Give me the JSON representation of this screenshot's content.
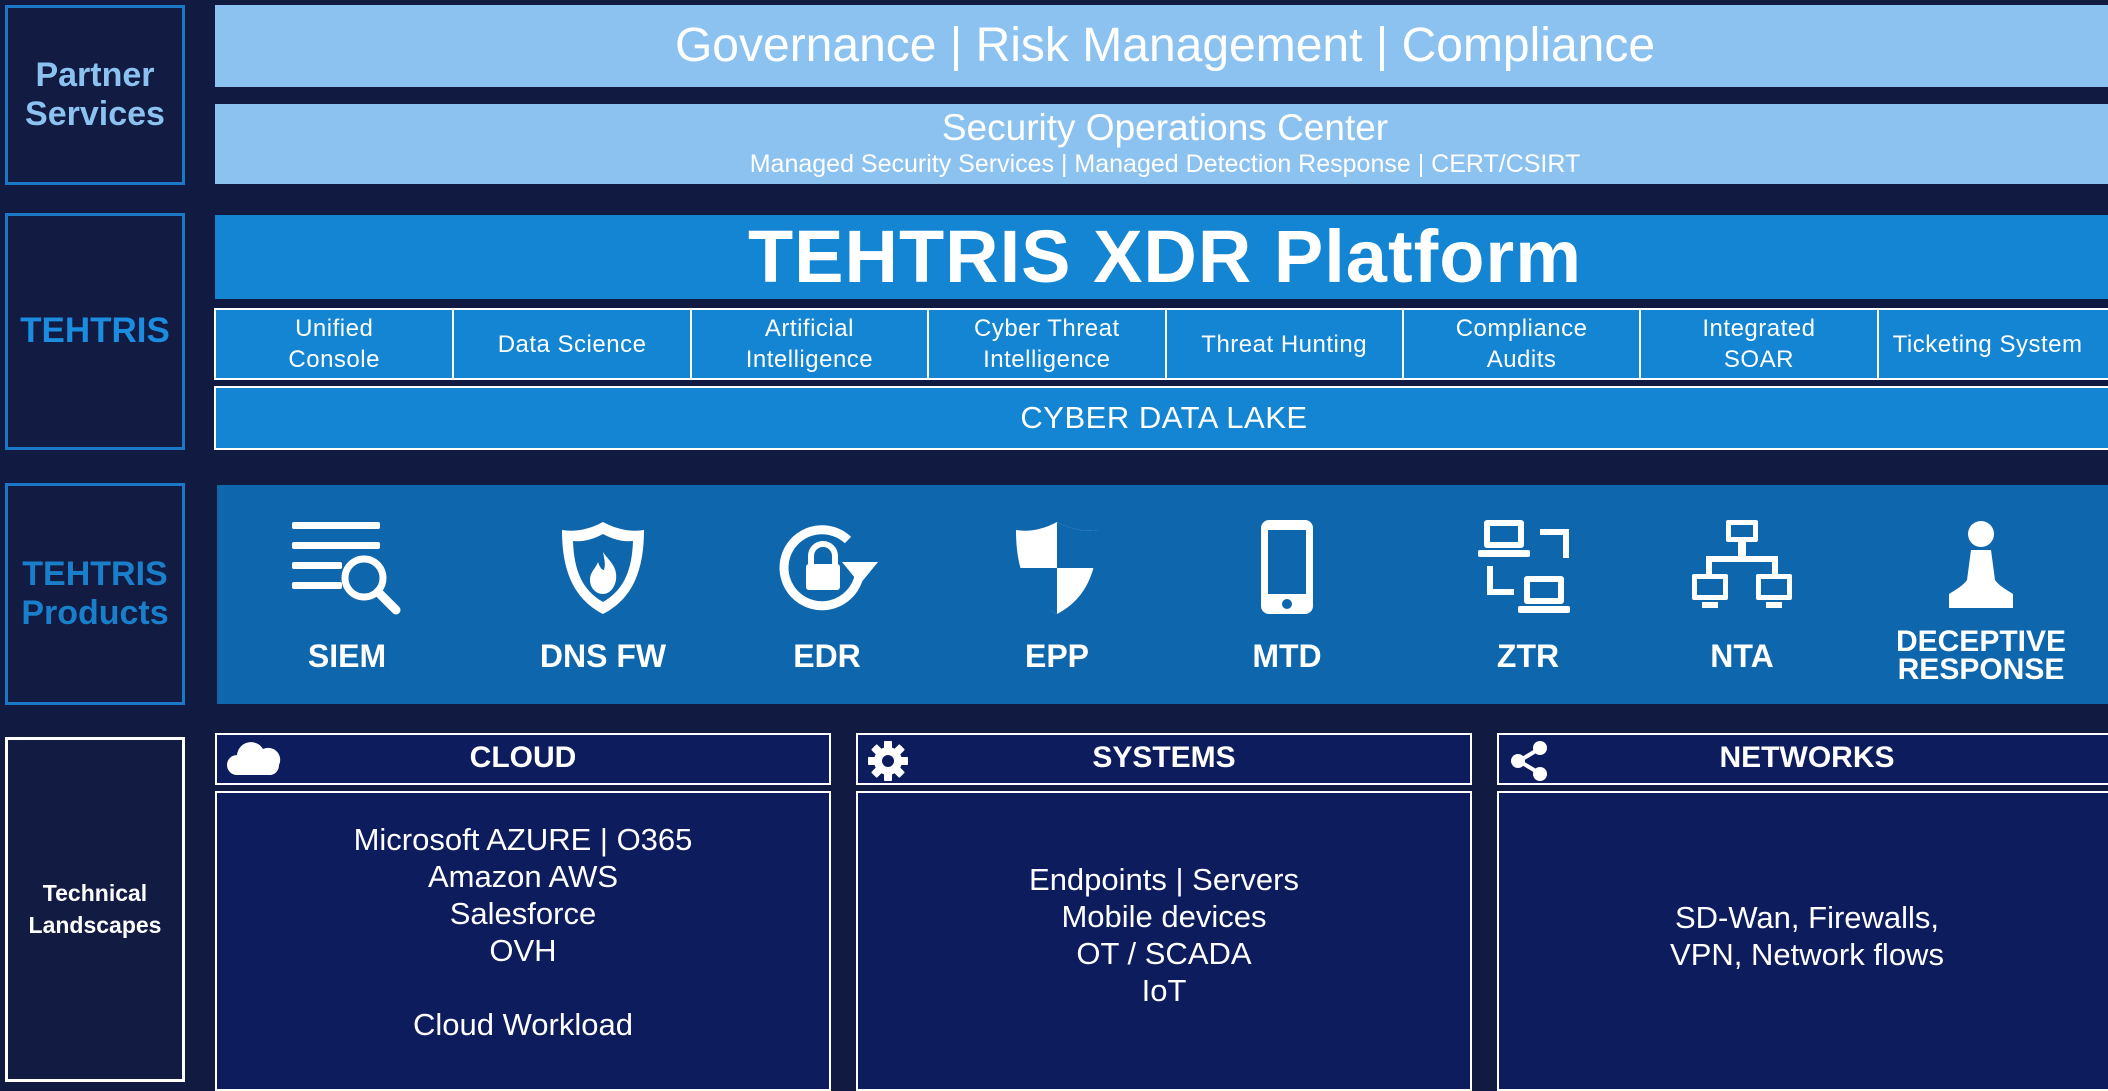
{
  "sidebar": {
    "partner": [
      "Partner",
      "Services"
    ],
    "tehtris": "TEHTRIS",
    "products": [
      "TEHTRIS",
      "Products"
    ],
    "landscapes": [
      "Technical",
      "Landscapes"
    ]
  },
  "partner_services": {
    "governance": "Governance | Risk Management | Compliance",
    "soc_title": "Security Operations Center",
    "soc_subtitle": "Managed Security Services | Managed Detection Response | CERT/CSIRT"
  },
  "platform": {
    "title": "TEHTRIS XDR Platform",
    "features": [
      [
        "Unified",
        "Console"
      ],
      [
        "Data Science"
      ],
      [
        "Artificial",
        "Intelligence"
      ],
      [
        "Cyber Threat",
        "Intelligence"
      ],
      [
        "Threat Hunting"
      ],
      [
        "Compliance",
        "Audits"
      ],
      [
        "Integrated",
        "SOAR"
      ],
      [
        "Ticketing System"
      ]
    ],
    "data_lake": "CYBER DATA LAKE"
  },
  "products": [
    {
      "label": "SIEM",
      "icon": "siem-search-icon"
    },
    {
      "label": "DNS FW",
      "icon": "firewall-shield-icon"
    },
    {
      "label": "EDR",
      "icon": "lock-refresh-icon"
    },
    {
      "label": "EPP",
      "icon": "shield-icon"
    },
    {
      "label": "MTD",
      "icon": "mobile-phone-icon"
    },
    {
      "label": "ZTR",
      "icon": "network-computers-icon"
    },
    {
      "label": "NTA",
      "icon": "network-tree-icon"
    },
    {
      "label": [
        "DECEPTIVE",
        "RESPONSE"
      ],
      "icon": "chess-pawn-icon"
    }
  ],
  "landscapes": {
    "cloud": {
      "title": "CLOUD",
      "icon": "cloud-icon",
      "items": [
        "Microsoft AZURE | O365",
        "Amazon AWS",
        "Salesforce",
        "OVH",
        "",
        "Cloud Workload"
      ]
    },
    "systems": {
      "title": "SYSTEMS",
      "icon": "gear-icon",
      "items": [
        "Endpoints | Servers",
        "Mobile devices",
        "OT / SCADA",
        "IoT"
      ]
    },
    "networks": {
      "title": "NETWORKS",
      "icon": "share-icon",
      "items": [
        "SD-Wan, Firewalls,",
        "VPN, Network flows"
      ]
    }
  },
  "colors": {
    "background": "#111a40",
    "light_blue": "#8cc2ef",
    "platform_blue": "#1385d2",
    "products_blue": "#0e66ad",
    "navy": "#0d1c5c"
  }
}
